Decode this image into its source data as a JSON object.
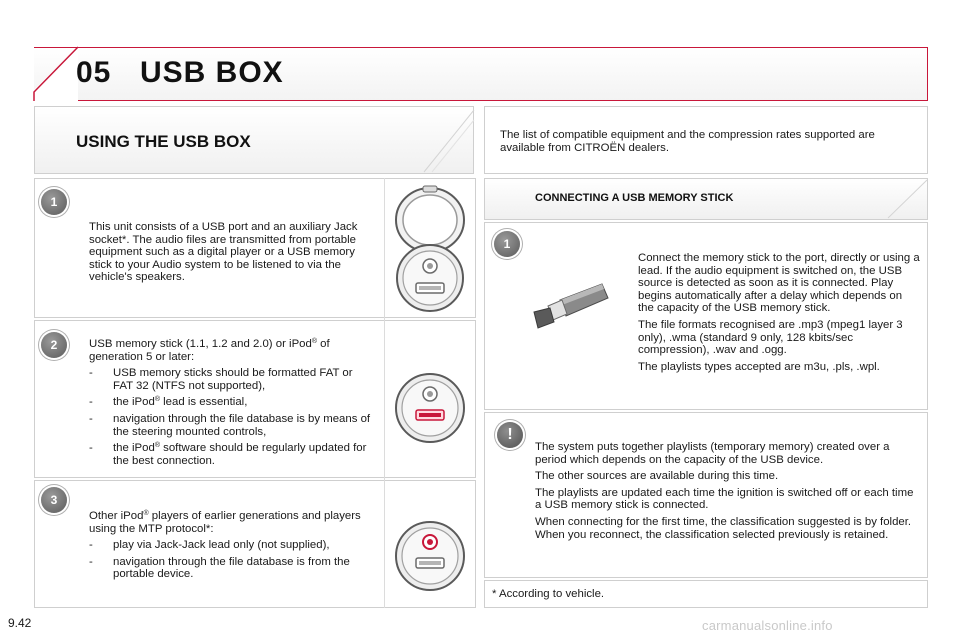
{
  "header": {
    "chapter_number": "05",
    "chapter_title": "USB BOX"
  },
  "section": {
    "title": "USING THE USB BOX"
  },
  "intro": {
    "text": "The list of compatible equipment and the compression rates supported are available from CITROËN dealers."
  },
  "left": {
    "item1": {
      "badge": "1",
      "text": "This unit consists of a USB port and an auxiliary Jack socket*. The audio files are transmitted from portable equipment such as a digital player or a USB memory stick to your Audio system to be listened to via the vehicle's speakers."
    },
    "item2": {
      "badge": "2",
      "lead_a": "USB memory stick (1.1, 1.2 and 2.0) or iPod",
      "lead_b": " of generation 5 or later:",
      "bullet1": "USB memory sticks should be formatted FAT or FAT 32 (NTFS not supported),",
      "bullet2_a": "the iPod",
      "bullet2_b": " lead is essential,",
      "bullet3": "navigation through the file database is by means of the steering mounted controls,",
      "bullet4_a": "the iPod",
      "bullet4_b": " software should be regularly updated for the best connection."
    },
    "item3": {
      "badge": "3",
      "lead_a": "Other iPod",
      "lead_b": " players of earlier generations and players using the MTP protocol*:",
      "bullet1": "play via Jack-Jack lead only (not supplied),",
      "bullet2": "navigation through the file database is from the portable device."
    },
    "registered_mark": "®"
  },
  "right": {
    "connect_title": "CONNECTING A USB MEMORY STICK",
    "connect_badge": "1",
    "connect_p1": "Connect the memory stick to the port, directly or using a lead. If the audio equipment is switched on, the USB source is detected as soon as it is connected. Play begins automatically after a delay which depends on the capacity of the USB memory stick.",
    "connect_p2": "The file formats recognised are .mp3 (mpeg1 layer 3 only), .wma (standard 9 only, 128 kbits/sec compression), .wav and .ogg.",
    "connect_p3": "The playlists types accepted are m3u, .pls, .wpl.",
    "warn_badge": "!",
    "warn_p1": "The system puts together playlists (temporary memory) created over a period which depends on the capacity of the USB device.",
    "warn_p2": "The other sources are available during this time.",
    "warn_p3": "The playlists are updated each time the ignition is switched off or each time a USB memory stick is connected.",
    "warn_p4": "When connecting for the first time, the classification suggested is by folder. When you reconnect, the classification selected previously is retained."
  },
  "footnote": "* According to vehicle.",
  "page_number": "9.42",
  "watermark": "carmanualsonline.info",
  "colors": {
    "accent_red": "#c8173a",
    "badge_grey": "#6a6a6a",
    "panel_border": "#cfcfcf"
  }
}
